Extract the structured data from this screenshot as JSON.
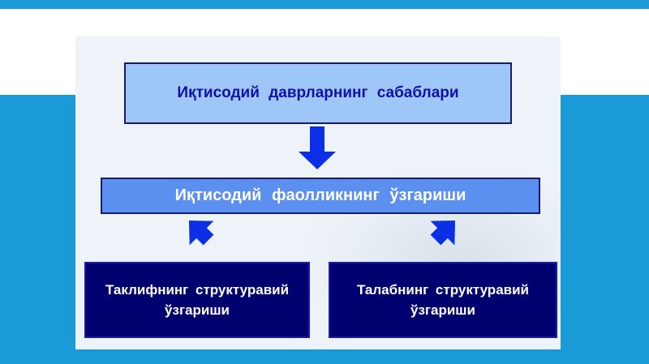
{
  "colors": {
    "background_band": "#1a9ad6",
    "slide_background": "#eef3f9",
    "top_box_fill": "#9ec6f7",
    "top_box_text": "#1010a8",
    "middle_box_fill": "#5b8ff0",
    "bottom_box_fill": "#00006e",
    "arrow_fill": "#0a2fe6"
  },
  "diagram": {
    "top_box": "Иқтисодий  даврларнинг  сабаблари",
    "middle_box": "Иқтисодий  фаолликнинг  ўзгариши",
    "left_box": {
      "line1": "Таклифнинг  структуравий",
      "line2": "ўзгариши"
    },
    "right_box": {
      "line1": "Талабнинг  структуравий",
      "line2": "ўзгариши"
    }
  }
}
